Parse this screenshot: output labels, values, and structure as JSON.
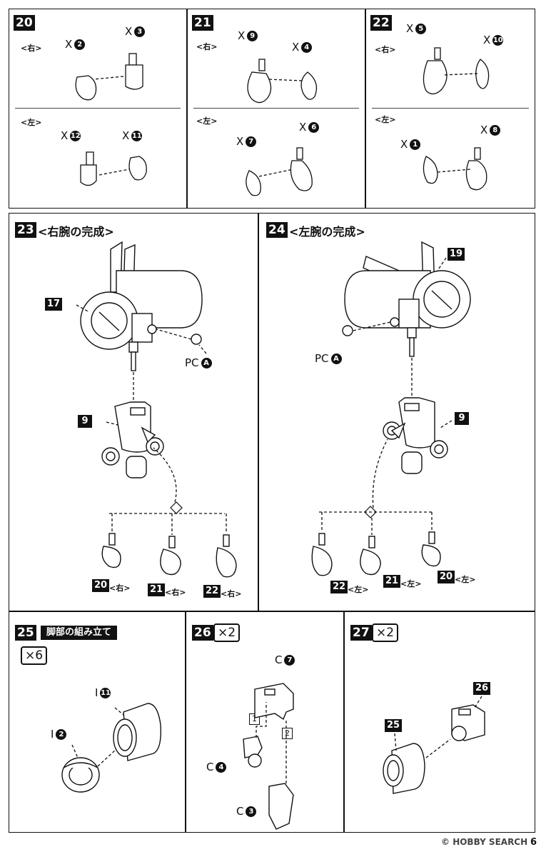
{
  "steps": {
    "s20": {
      "no": "20",
      "right": "<右>",
      "left": "<左>",
      "r_hand": "2",
      "r_wrist": "3",
      "l_hand": "12",
      "l_wrist": "11"
    },
    "s21": {
      "no": "21",
      "right": "<右>",
      "left": "<左>",
      "r_hand": "9",
      "r_wrist": "4",
      "l_hand": "7",
      "l_wrist": "6"
    },
    "s22": {
      "no": "22",
      "right": "<右>",
      "left": "<左>",
      "r_hand": "5",
      "r_wrist": "10",
      "l_hand": "1",
      "l_wrist": "8"
    },
    "s23": {
      "no": "23",
      "title": "<右腕の完成>",
      "part_a": "17",
      "part_b": "9",
      "pc": "PC",
      "pc_letter": "A",
      "h1": "20",
      "h2": "21",
      "h3": "22",
      "h_side": "<右>"
    },
    "s24": {
      "no": "24",
      "title": "<左腕の完成>",
      "part_a": "19",
      "part_b": "9",
      "pc": "PC",
      "pc_letter": "A",
      "h1": "22",
      "h2": "21",
      "h3": "20",
      "h_side": "<左>"
    },
    "s25": {
      "no": "25",
      "title": "脚部の組み立て",
      "mult": "×6",
      "p1_letter": "I",
      "p1": "2",
      "p2_letter": "I",
      "p2": "11"
    },
    "s26": {
      "no": "26",
      "mult": "×2",
      "c_top": "7",
      "c_mid": "4",
      "c_bot": "3",
      "c_letter": "C",
      "n1": "1",
      "n2": "2"
    },
    "s27": {
      "no": "27",
      "mult": "×2",
      "a": "25",
      "b": "26"
    }
  },
  "x_mark": "X",
  "footer": {
    "brand": "HOBBY SEARCH",
    "page": "6"
  }
}
